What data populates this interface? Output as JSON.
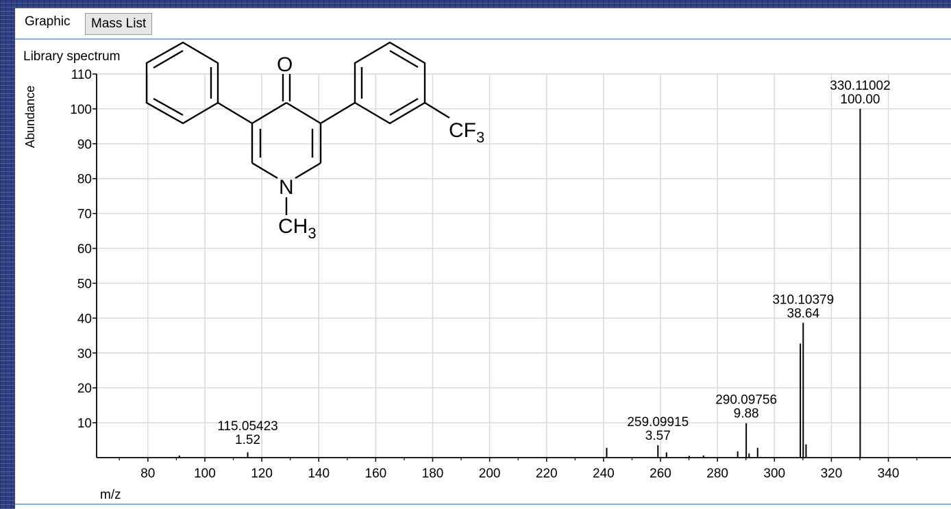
{
  "tabs": [
    {
      "label": "Graphic",
      "active": true
    },
    {
      "label": "Mass List",
      "active": false
    }
  ],
  "colors": {
    "background": "#2c3f86",
    "tab_line": "#7fb0e6",
    "grid": "#d9d9d9",
    "peaks": "#000000"
  },
  "structure": {
    "oxygen": "O",
    "nitrogen": "N",
    "methyl": "CH",
    "methyl_sub": "3",
    "trifluoromethyl": "CF",
    "trifluoromethyl_sub": "3"
  },
  "chart_data": {
    "type": "bar",
    "title": "Library spectrum",
    "xlabel": "m/z",
    "ylabel": "Abundance",
    "xlim": [
      62,
      362
    ],
    "ylim": [
      0,
      110
    ],
    "xticks": [
      80,
      100,
      120,
      140,
      160,
      180,
      200,
      220,
      240,
      260,
      280,
      300,
      320,
      340
    ],
    "yticks": [
      10,
      20,
      30,
      40,
      50,
      60,
      70,
      80,
      90,
      100,
      110
    ],
    "grid": true,
    "peaks": [
      {
        "x": 91.05,
        "y": 0.6
      },
      {
        "x": 115.05423,
        "y": 1.52,
        "label_mz": "115.05423",
        "label_ab": "1.52"
      },
      {
        "x": 241.1,
        "y": 2.8
      },
      {
        "x": 259.09915,
        "y": 3.57,
        "label_mz": "259.09915",
        "label_ab": "3.57"
      },
      {
        "x": 262.1,
        "y": 1.5
      },
      {
        "x": 270.1,
        "y": 0.5
      },
      {
        "x": 275.1,
        "y": 0.6
      },
      {
        "x": 287.1,
        "y": 1.8
      },
      {
        "x": 290.09756,
        "y": 9.88,
        "label_mz": "290.09756",
        "label_ab": "9.88"
      },
      {
        "x": 291.1,
        "y": 1.2
      },
      {
        "x": 294.1,
        "y": 2.8
      },
      {
        "x": 309.1,
        "y": 32.7
      },
      {
        "x": 310.10379,
        "y": 38.64,
        "label_mz": "310.10379",
        "label_ab": "38.64"
      },
      {
        "x": 311.1,
        "y": 3.8
      },
      {
        "x": 330.11002,
        "y": 100.0,
        "label_mz": "330.11002",
        "label_ab": "100.00"
      }
    ]
  }
}
